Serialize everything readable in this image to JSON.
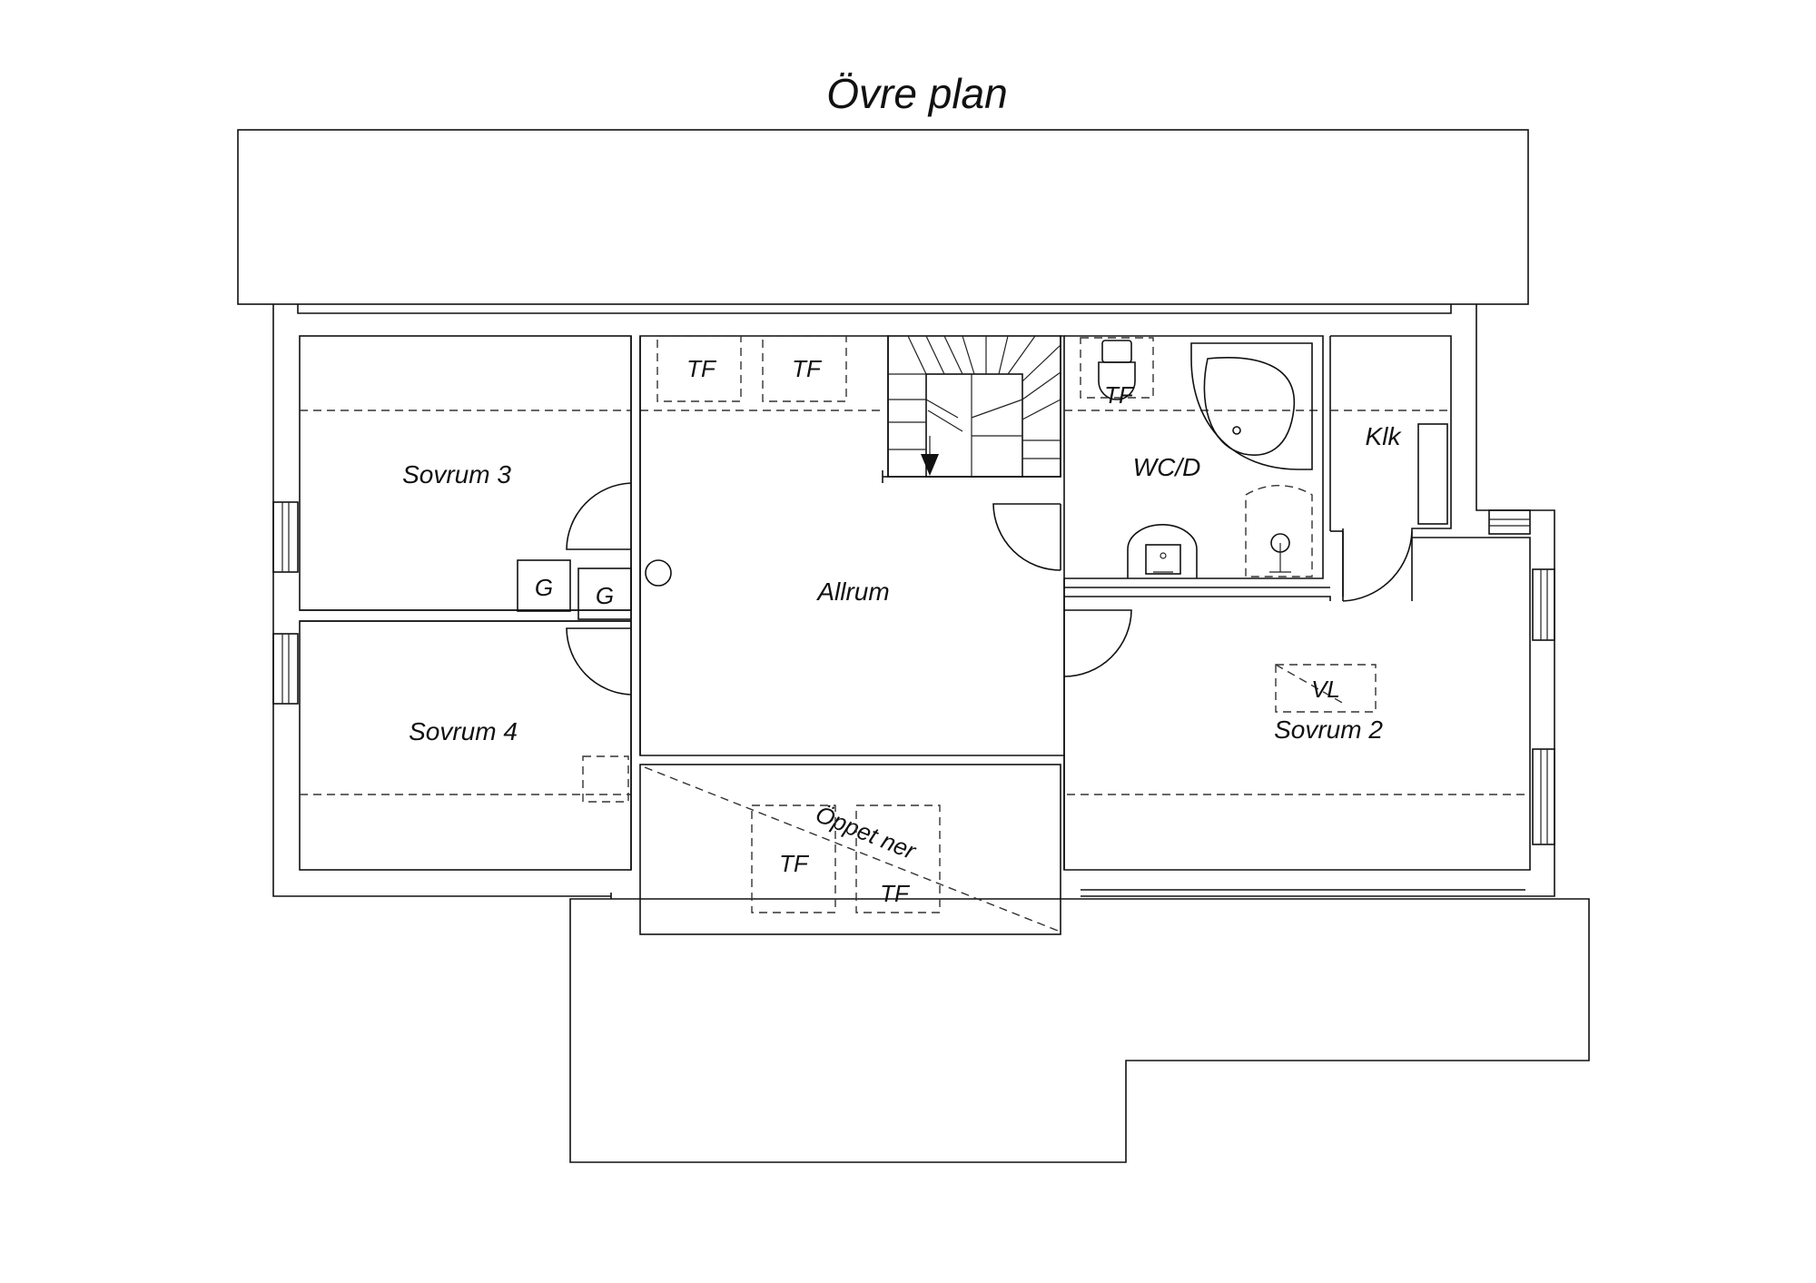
{
  "title": "Övre plan",
  "rooms": {
    "sovrum3": "Sovrum 3",
    "sovrum4": "Sovrum 4",
    "sovrum2": "Sovrum 2",
    "allrum": "Allrum",
    "wcd": "WC/D",
    "klk": "Klk",
    "oppet_ner": "Öppet ner"
  },
  "markers": {
    "tf": "TF",
    "g": "G",
    "vl": "VL"
  }
}
